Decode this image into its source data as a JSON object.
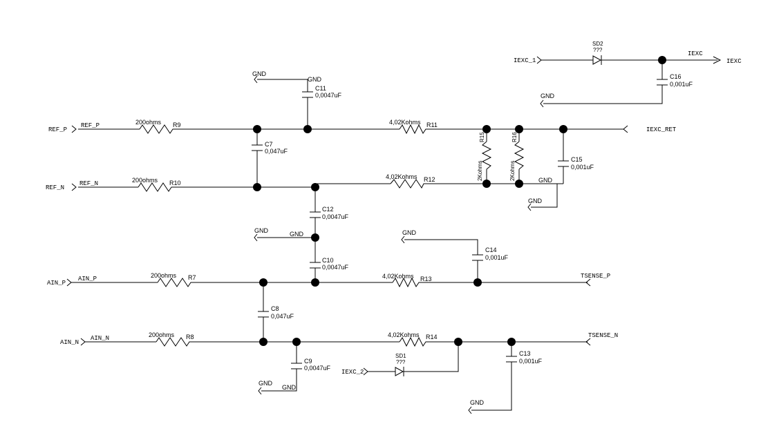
{
  "nets": {
    "ref_p_port": "REF_P",
    "ref_p_net": "REF_P",
    "ref_n_port": "REF_N",
    "ref_n_net": "REF_N",
    "ain_p_port": "AIN_P",
    "ain_p_net": "AIN_P",
    "ain_n_port": "AIN_N",
    "ain_n_net": "AIN_N",
    "iexc_1": "IEXC_1",
    "iexc_net": "IEXC",
    "iexc_port": "IEXC",
    "iexc_ret": "IEXC_RET",
    "iexc_2": "IEXC_2",
    "tsense_p": "TSENSE_P",
    "tsense_n": "TSENSE_N",
    "gnd": "GND"
  },
  "components": {
    "R9": {
      "ref": "R9",
      "value": "200ohms"
    },
    "R10": {
      "ref": "R10",
      "value": "200ohms"
    },
    "R7": {
      "ref": "R7",
      "value": "200ohms"
    },
    "R8": {
      "ref": "R8",
      "value": "200ohms"
    },
    "R11": {
      "ref": "R11",
      "value": "4,02Kohms"
    },
    "R12": {
      "ref": "R12",
      "value": "4,02Kohms"
    },
    "R13": {
      "ref": "R13",
      "value": "4,02Kohms"
    },
    "R14": {
      "ref": "R14",
      "value": "4,02Kohms"
    },
    "R15": {
      "ref": "R15",
      "value": "2Kohms"
    },
    "R16": {
      "ref": "R16",
      "value": "2Kohms"
    },
    "C7": {
      "ref": "C7",
      "value": "0,047uF"
    },
    "C8": {
      "ref": "C8",
      "value": "0,047uF"
    },
    "C9": {
      "ref": "C9",
      "value": "0,0047uF"
    },
    "C10": {
      "ref": "C10",
      "value": "0,0047uF"
    },
    "C11": {
      "ref": "C11",
      "value": "0,0047uF"
    },
    "C12": {
      "ref": "C12",
      "value": "0,0047uF"
    },
    "C13": {
      "ref": "C13",
      "value": "0,001uF"
    },
    "C14": {
      "ref": "C14",
      "value": "0,001uF"
    },
    "C15": {
      "ref": "C15",
      "value": "0,001uF"
    },
    "C16": {
      "ref": "C16",
      "value": "0,001uF"
    },
    "SD1": {
      "ref": "SD1",
      "value": "???"
    },
    "SD2": {
      "ref": "SD2",
      "value": "???"
    }
  }
}
